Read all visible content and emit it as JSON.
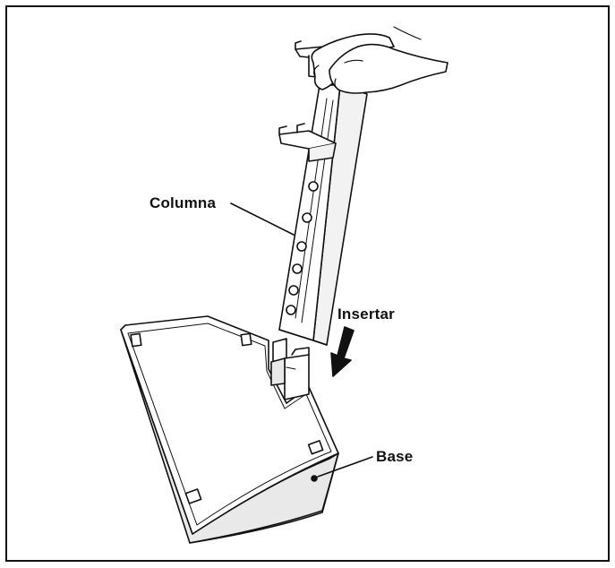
{
  "labels": {
    "columna": "Columna",
    "insertar": "Insertar",
    "base": "Base"
  },
  "colors": {
    "line": "#111111",
    "fill": "#ffffff",
    "shade": "#e9e9e9"
  }
}
